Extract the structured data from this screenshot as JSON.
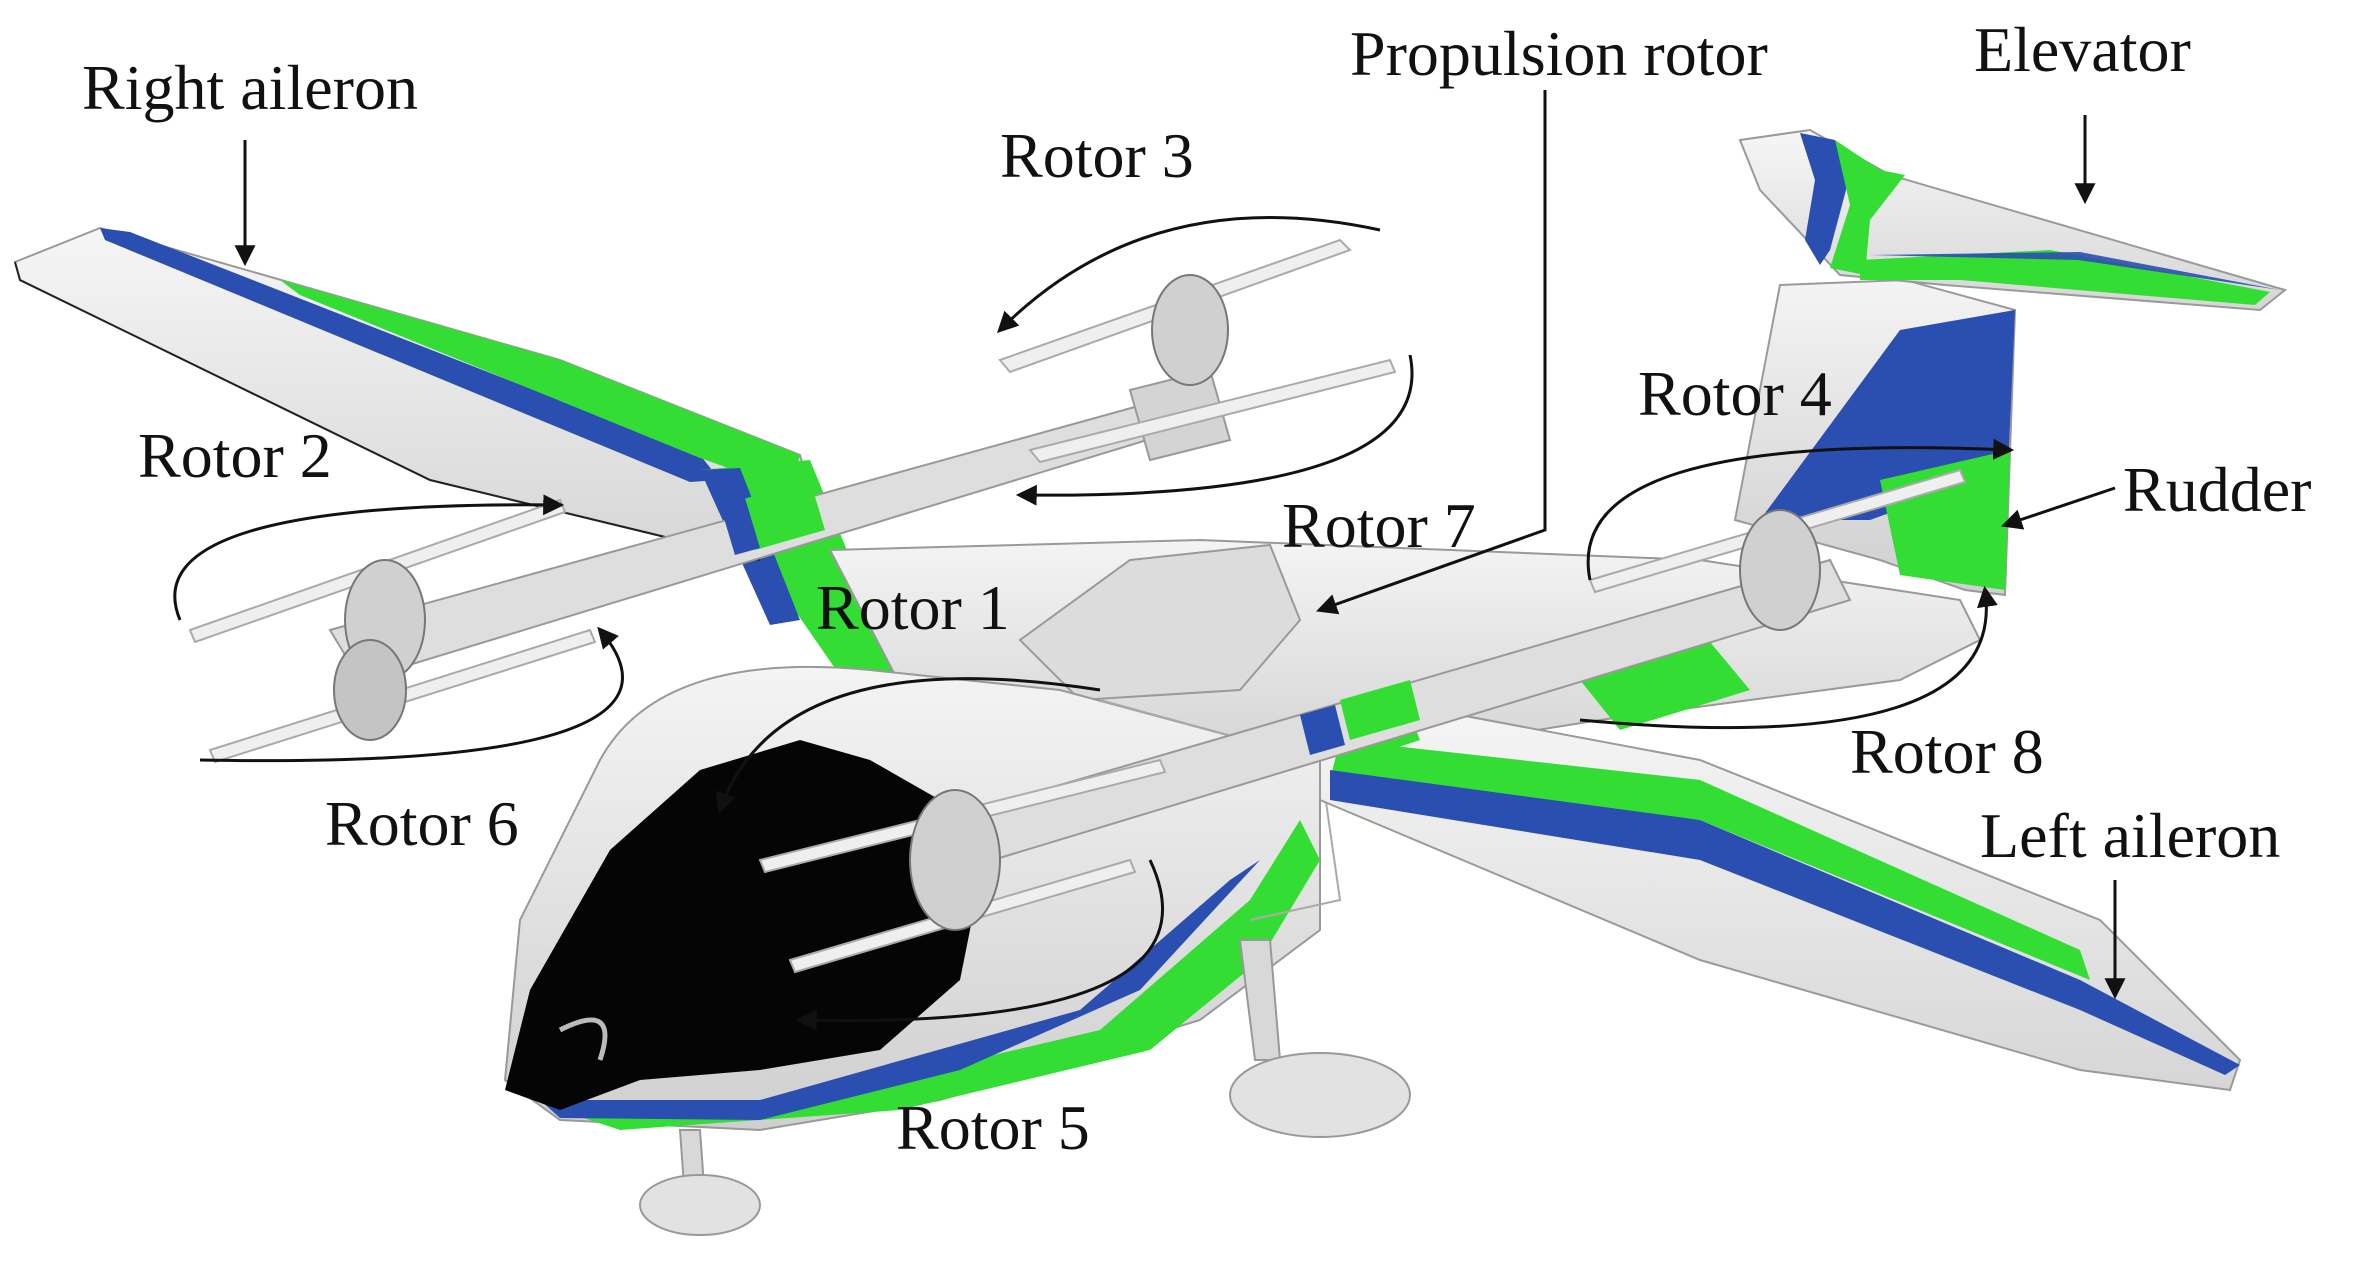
{
  "labels": {
    "right_aileron": "Right aileron",
    "propulsion_rotor": "Propulsion rotor",
    "elevator": "Elevator",
    "rotor_3": "Rotor 3",
    "rotor_4": "Rotor 4",
    "rotor_2": "Rotor 2",
    "rudder": "Rudder",
    "rotor_7": "Rotor 7",
    "rotor_1": "Rotor 1",
    "rotor_8": "Rotor 8",
    "rotor_6": "Rotor 6",
    "left_aileron": "Left aileron",
    "rotor_5": "Rotor 5"
  },
  "colors": {
    "body": "#e6e6e6",
    "body_shadow": "#c8c8c8",
    "stripe_green": "#33dd33",
    "stripe_blue": "#2b4fb0",
    "canopy": "#050505",
    "line": "#111111",
    "blade": "#efefef"
  }
}
